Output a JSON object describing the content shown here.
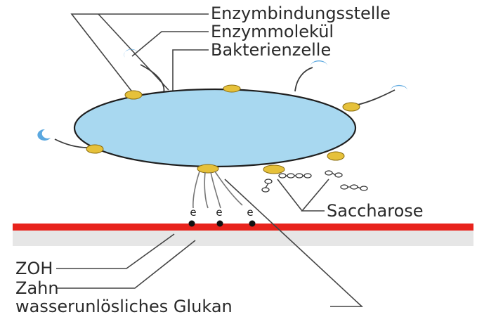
{
  "labels": {
    "binding_site": "Enzymbindungsstelle",
    "enzyme_molecule": "Enzymmolekül",
    "bacterial_cell": "Bakterienzelle",
    "sucrose": "Saccharose",
    "zoh": "ZOH",
    "tooth": "Zahn",
    "glucan": "wasserunlösliches Glukan"
  },
  "charge_symbol": "e",
  "colors": {
    "cell_fill": "#a8d8f0",
    "cell_outline": "#1f1f1f",
    "binding_site": "#e6c13a",
    "enzyme": "#5ba8e0",
    "tooth_line": "#e8231c",
    "tooth_band": "#e6e6e6",
    "leader_line": "#444444"
  }
}
